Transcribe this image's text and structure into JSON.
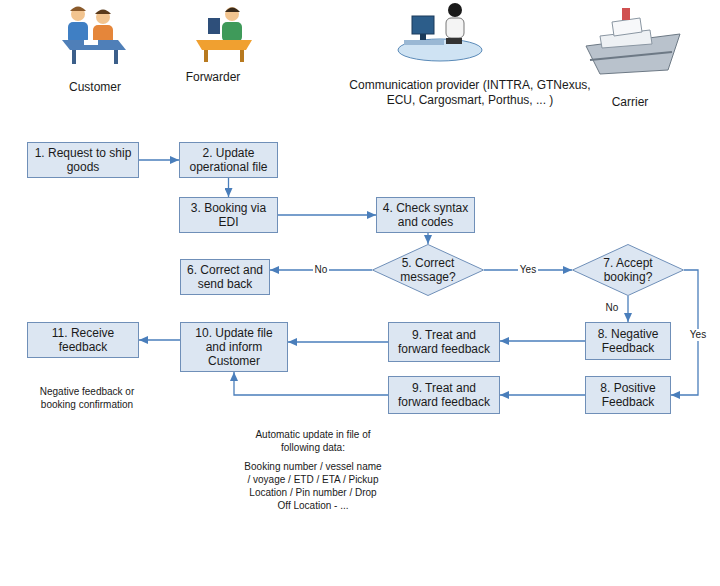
{
  "diagram": {
    "nodes": [
      {
        "text": [
          "1. Request to ship goods"
        ]
      },
      {
        "text": [
          "2. Update operational file"
        ]
      },
      {
        "text": [
          "3. Booking via EDI"
        ]
      },
      {
        "text": [
          "4. Check syntax and codes"
        ]
      },
      {
        "text": [
          "6. Correct and send back"
        ]
      },
      {
        "text": [
          "5. Correct message?"
        ]
      },
      {
        "text": [
          "7. Accept booking?"
        ]
      },
      {
        "text": [
          "11. Receive feedback"
        ]
      },
      {
        "text": [
          "10. Update file and inform Customer"
        ]
      },
      {
        "text": [
          "9. Treat and forward feedback"
        ]
      },
      {
        "text": [
          "8. Negative Feedback"
        ]
      },
      {
        "text": [
          "9. Treat and forward feedback"
        ]
      },
      {
        "text": [
          "8. Positive Feedback"
        ]
      }
    ],
    "edges": [
      {
        "from": 0,
        "to": 1,
        "arrow": "to"
      },
      {
        "from": 1,
        "to": 2,
        "arrow": "to"
      },
      {
        "from": 2,
        "to": 3,
        "arrow": "to"
      },
      {
        "from": 3,
        "to": 5,
        "arrow": "to"
      },
      {
        "from": 5,
        "to": 4,
        "arrow": "to",
        "label": "No"
      },
      {
        "from": 5,
        "to": 6,
        "arrow": "to",
        "label": "Yes"
      },
      {
        "from": 6,
        "to": 10,
        "arrow": "to",
        "label": "No"
      },
      {
        "from": 6,
        "to": 12,
        "arrow": "to",
        "label": "Yes"
      },
      {
        "from": 10,
        "to": 9,
        "arrow": "to"
      },
      {
        "from": 9,
        "to": 8,
        "arrow": "to"
      },
      {
        "from": 12,
        "to": 11,
        "arrow": "to"
      },
      {
        "from": 11,
        "to": 8,
        "arrow": "to"
      },
      {
        "from": 8,
        "to": 7,
        "arrow": "to"
      }
    ],
    "labels": [
      "Customer",
      "Forwarder",
      "Communication provider (INTTRA, GTNexus, ECU, Cargosmart, Porthus, ... )",
      "Carrier",
      "Negative feedback or booking confirmation",
      "Automatic update in file of following data:",
      "Booking number / vessel name / voyage / ETD / ETA / Pickup Location / Pin number / Drop Off Location - ..."
    ]
  }
}
